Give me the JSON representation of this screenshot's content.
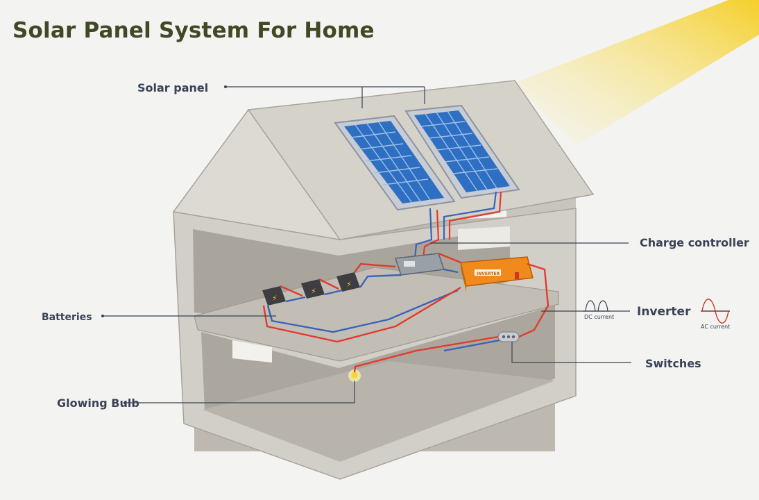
{
  "title": "Solar Panel System For Home",
  "labels": {
    "solar_panel": "Solar panel",
    "charge_controller": "Charge controller",
    "batteries": "Batteries",
    "inverter": "Inverter",
    "switches": "Switches",
    "glowing_bulb": "Glowing Bulb",
    "dc_current": "DC current",
    "ac_current": "AC current",
    "inverter_device_text": "INVERTER"
  },
  "colors": {
    "title": "#3f4a25",
    "label": "#3a4256",
    "wall": "#cfccc4",
    "roof": "#d6d3cc",
    "panel_cell": "#2f6fc2",
    "wire_red": "#e23a2e",
    "wire_blue": "#3b62b8",
    "inverter": "#f08a1c",
    "sunbeam": "#f7d84a"
  }
}
